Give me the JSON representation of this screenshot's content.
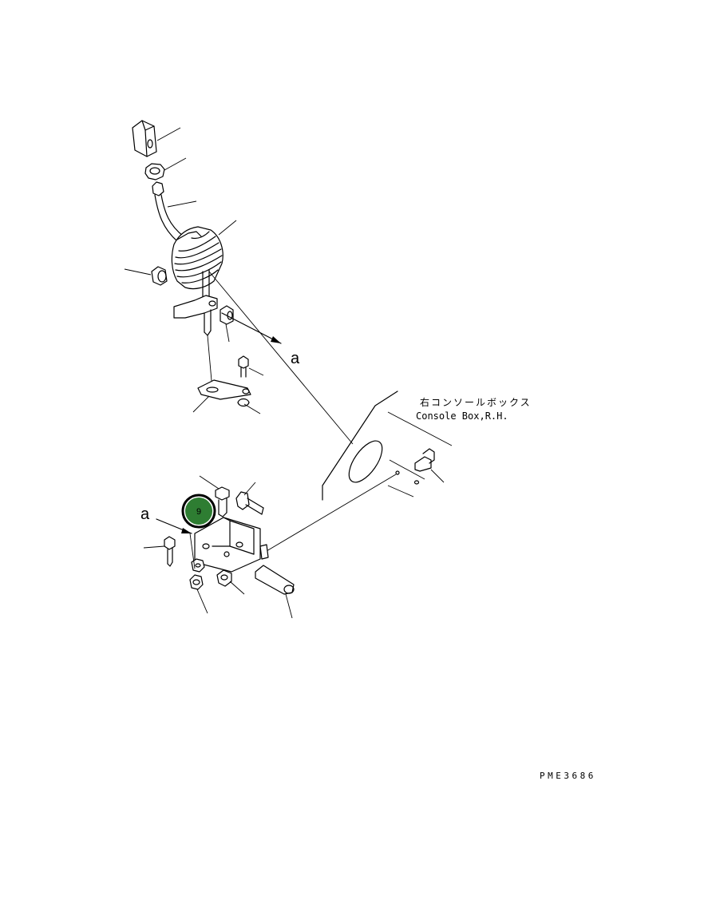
{
  "labels": {
    "view_a_top": "a",
    "view_a_bottom": "a",
    "console_box_jp": "右コンソールボックス",
    "console_box_en": "Console Box,R.H.",
    "drawing_code": "PME3686"
  },
  "callout": {
    "number": "9",
    "color": "#2e7d32",
    "ring_color": "#000000"
  }
}
